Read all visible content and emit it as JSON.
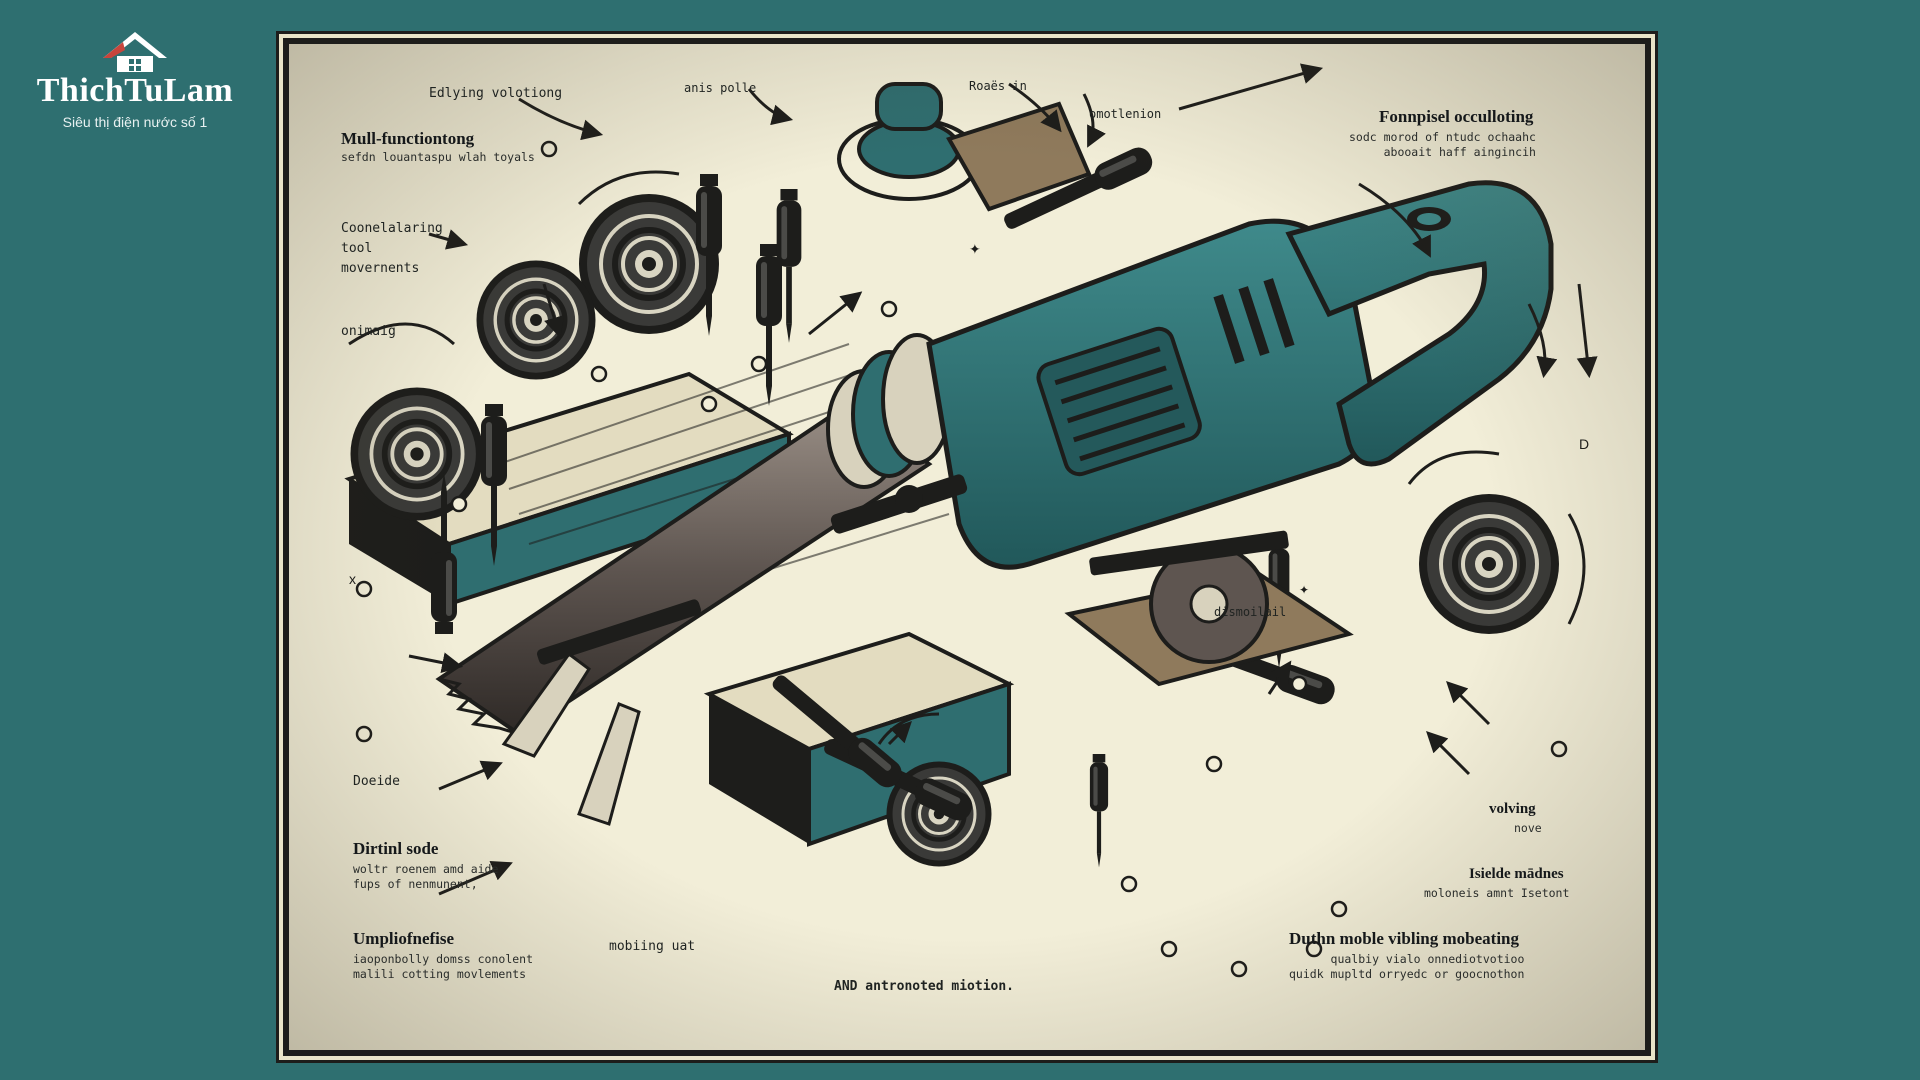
{
  "brand": {
    "name": "ThichTuLam",
    "tagline": "Siêu thị điện nước số 1",
    "icon": "house-icon"
  },
  "colors": {
    "background": "#2e6f70",
    "paper": "#f2eed8",
    "tool_body": "#2f6e70",
    "ink": "#1d1d1b"
  },
  "labels": {
    "top_left_arrow": "Edlying volotiong",
    "top_center": "anis polle",
    "top_feeds": "Roaës in",
    "top_right_small": "omotlenion",
    "left_heading": "Mull-functiontong",
    "left_heading_sub": "sefdn louantaspu wlah toyals",
    "left_block": [
      "Coonelalaring",
      "tool",
      "movernents"
    ],
    "left_small": "onimaig",
    "right_heading": "Fonnpisel occulloting",
    "right_heading_sub": [
      "sodc morod of ntudc ochaahc",
      "abooait haff aingincih"
    ],
    "mid_right": "dismoilail",
    "bottom_left_small": "Doeide",
    "bottom_left_heading": "Dirtinl sode",
    "bottom_left_sub": [
      "woltr roenem amd aide",
      "fups of nenmunent,"
    ],
    "bottom_left_heading2": "Umpliofnefise",
    "bottom_left_sub2": [
      "iaoponbolly domss conolent",
      "malili cotting movlements"
    ],
    "bottom_center": "mobiing uat",
    "bottom_center2": "AND antronoted miotion.",
    "right_volving": [
      "volving",
      "nove"
    ],
    "right_blade": "Isielde mādnes",
    "right_blade_sub": "moloneis amnt Isetont",
    "bottom_right_heading": "Duthn moble vibling mobeating",
    "bottom_right_sub": [
      "qualbiy vialo onnediotvotioo",
      "quidk mupltd orryedc or goocnothon"
    ]
  }
}
